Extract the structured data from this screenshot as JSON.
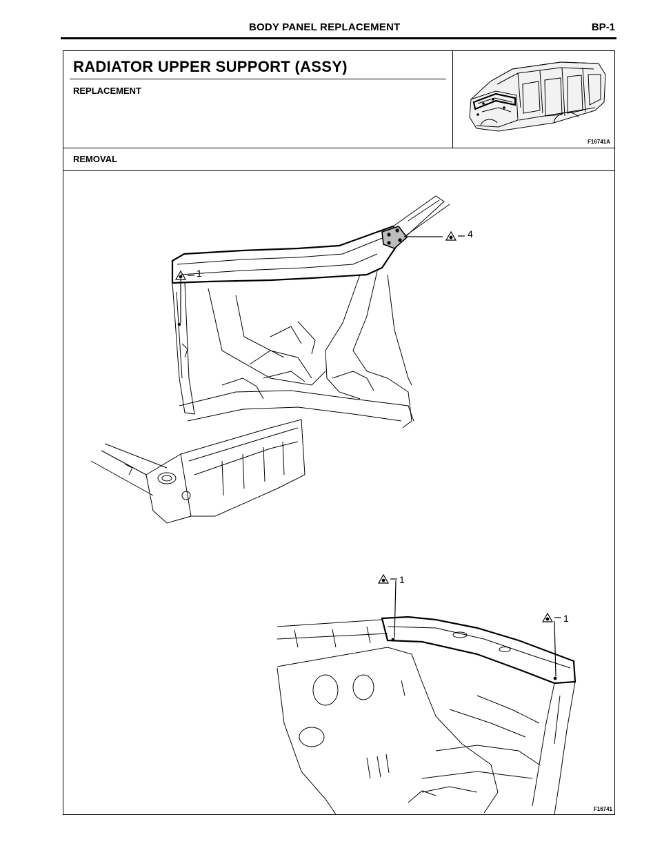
{
  "header": {
    "title": "BODY PANEL REPLACEMENT",
    "page": "BP-1"
  },
  "section": {
    "title": "RADIATOR UPPER SUPPORT (ASSY)",
    "subtitle": "REPLACEMENT"
  },
  "overview_figure": {
    "code": "F16741A"
  },
  "removal": {
    "label": "REMOVAL"
  },
  "main_figure": {
    "code": "F16741",
    "callouts": [
      {
        "icon": "spot-weld-icon",
        "label": "1"
      },
      {
        "icon": "spot-weld-icon",
        "label": "4"
      },
      {
        "icon": "spot-weld-icon",
        "label": "1"
      },
      {
        "icon": "spot-weld-icon",
        "label": "1"
      }
    ]
  }
}
